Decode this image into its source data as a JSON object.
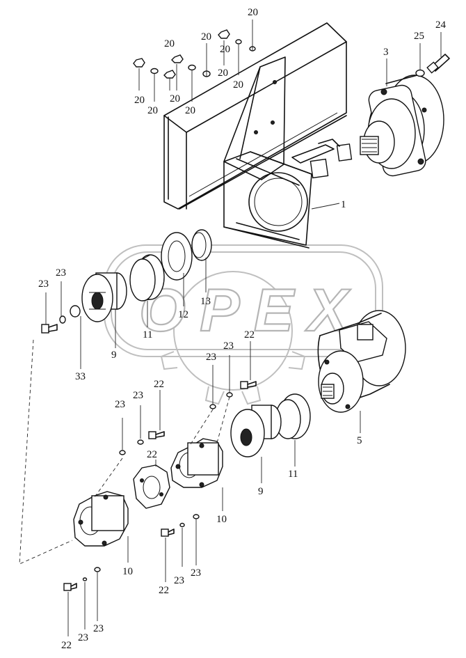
{
  "watermark": {
    "text": "OPEX"
  },
  "part_labels": [
    {
      "id": "l-20-a",
      "text": "20"
    },
    {
      "id": "l-20-b",
      "text": "20"
    },
    {
      "id": "l-20-c",
      "text": "20"
    },
    {
      "id": "l-20-d",
      "text": "20"
    },
    {
      "id": "l-20-e",
      "text": "20"
    },
    {
      "id": "l-20-f",
      "text": "20"
    },
    {
      "id": "l-20-g",
      "text": "20"
    },
    {
      "id": "l-20-h",
      "text": "20"
    },
    {
      "id": "l-20-i",
      "text": "20"
    },
    {
      "id": "l-20-j",
      "text": "20"
    },
    {
      "id": "l-25",
      "text": "25"
    },
    {
      "id": "l-24",
      "text": "24"
    },
    {
      "id": "l-3",
      "text": "3"
    },
    {
      "id": "l-1",
      "text": "1"
    },
    {
      "id": "l-23-a",
      "text": "23"
    },
    {
      "id": "l-23-b",
      "text": "23"
    },
    {
      "id": "l-33",
      "text": "33"
    },
    {
      "id": "l-9-a",
      "text": "9"
    },
    {
      "id": "l-11-a",
      "text": "11"
    },
    {
      "id": "l-12",
      "text": "12"
    },
    {
      "id": "l-13",
      "text": "13"
    },
    {
      "id": "l-22-a",
      "text": "22"
    },
    {
      "id": "l-23-c",
      "text": "23"
    },
    {
      "id": "l-23-d",
      "text": "23"
    },
    {
      "id": "l-5",
      "text": "5"
    },
    {
      "id": "l-22-b",
      "text": "22"
    },
    {
      "id": "l-23-e",
      "text": "23"
    },
    {
      "id": "l-23-f",
      "text": "23"
    },
    {
      "id": "l-22-c",
      "text": "22"
    },
    {
      "id": "l-11-b",
      "text": "11"
    },
    {
      "id": "l-9-b",
      "text": "9"
    },
    {
      "id": "l-10-a",
      "text": "10"
    },
    {
      "id": "l-10-b",
      "text": "10"
    },
    {
      "id": "l-22-d",
      "text": "22"
    },
    {
      "id": "l-23-g",
      "text": "23"
    },
    {
      "id": "l-23-h",
      "text": "23"
    },
    {
      "id": "l-22-e",
      "text": "22"
    },
    {
      "id": "l-23-i",
      "text": "23"
    },
    {
      "id": "l-23-j",
      "text": "23"
    }
  ]
}
